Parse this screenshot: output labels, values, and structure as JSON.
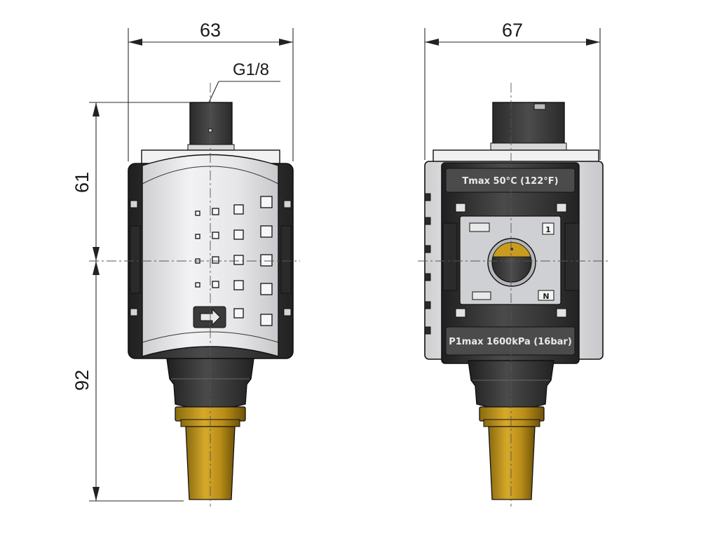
{
  "dimensions": {
    "left_width": "63",
    "right_width": "67",
    "upper_height": "61",
    "lower_height": "92",
    "port_thread": "G1/8"
  },
  "labels": {
    "temp_rating": "Tmax 50°C (122°F)",
    "pressure_rating": "P1max 1600kPa (16bar)",
    "mark_one": "1",
    "mark_n": "N"
  },
  "colors": {
    "body_dark": "#3a3a3a",
    "body_light": "#e4e4e6",
    "brass": "#c89a1e",
    "outline": "#1a1a1a"
  }
}
